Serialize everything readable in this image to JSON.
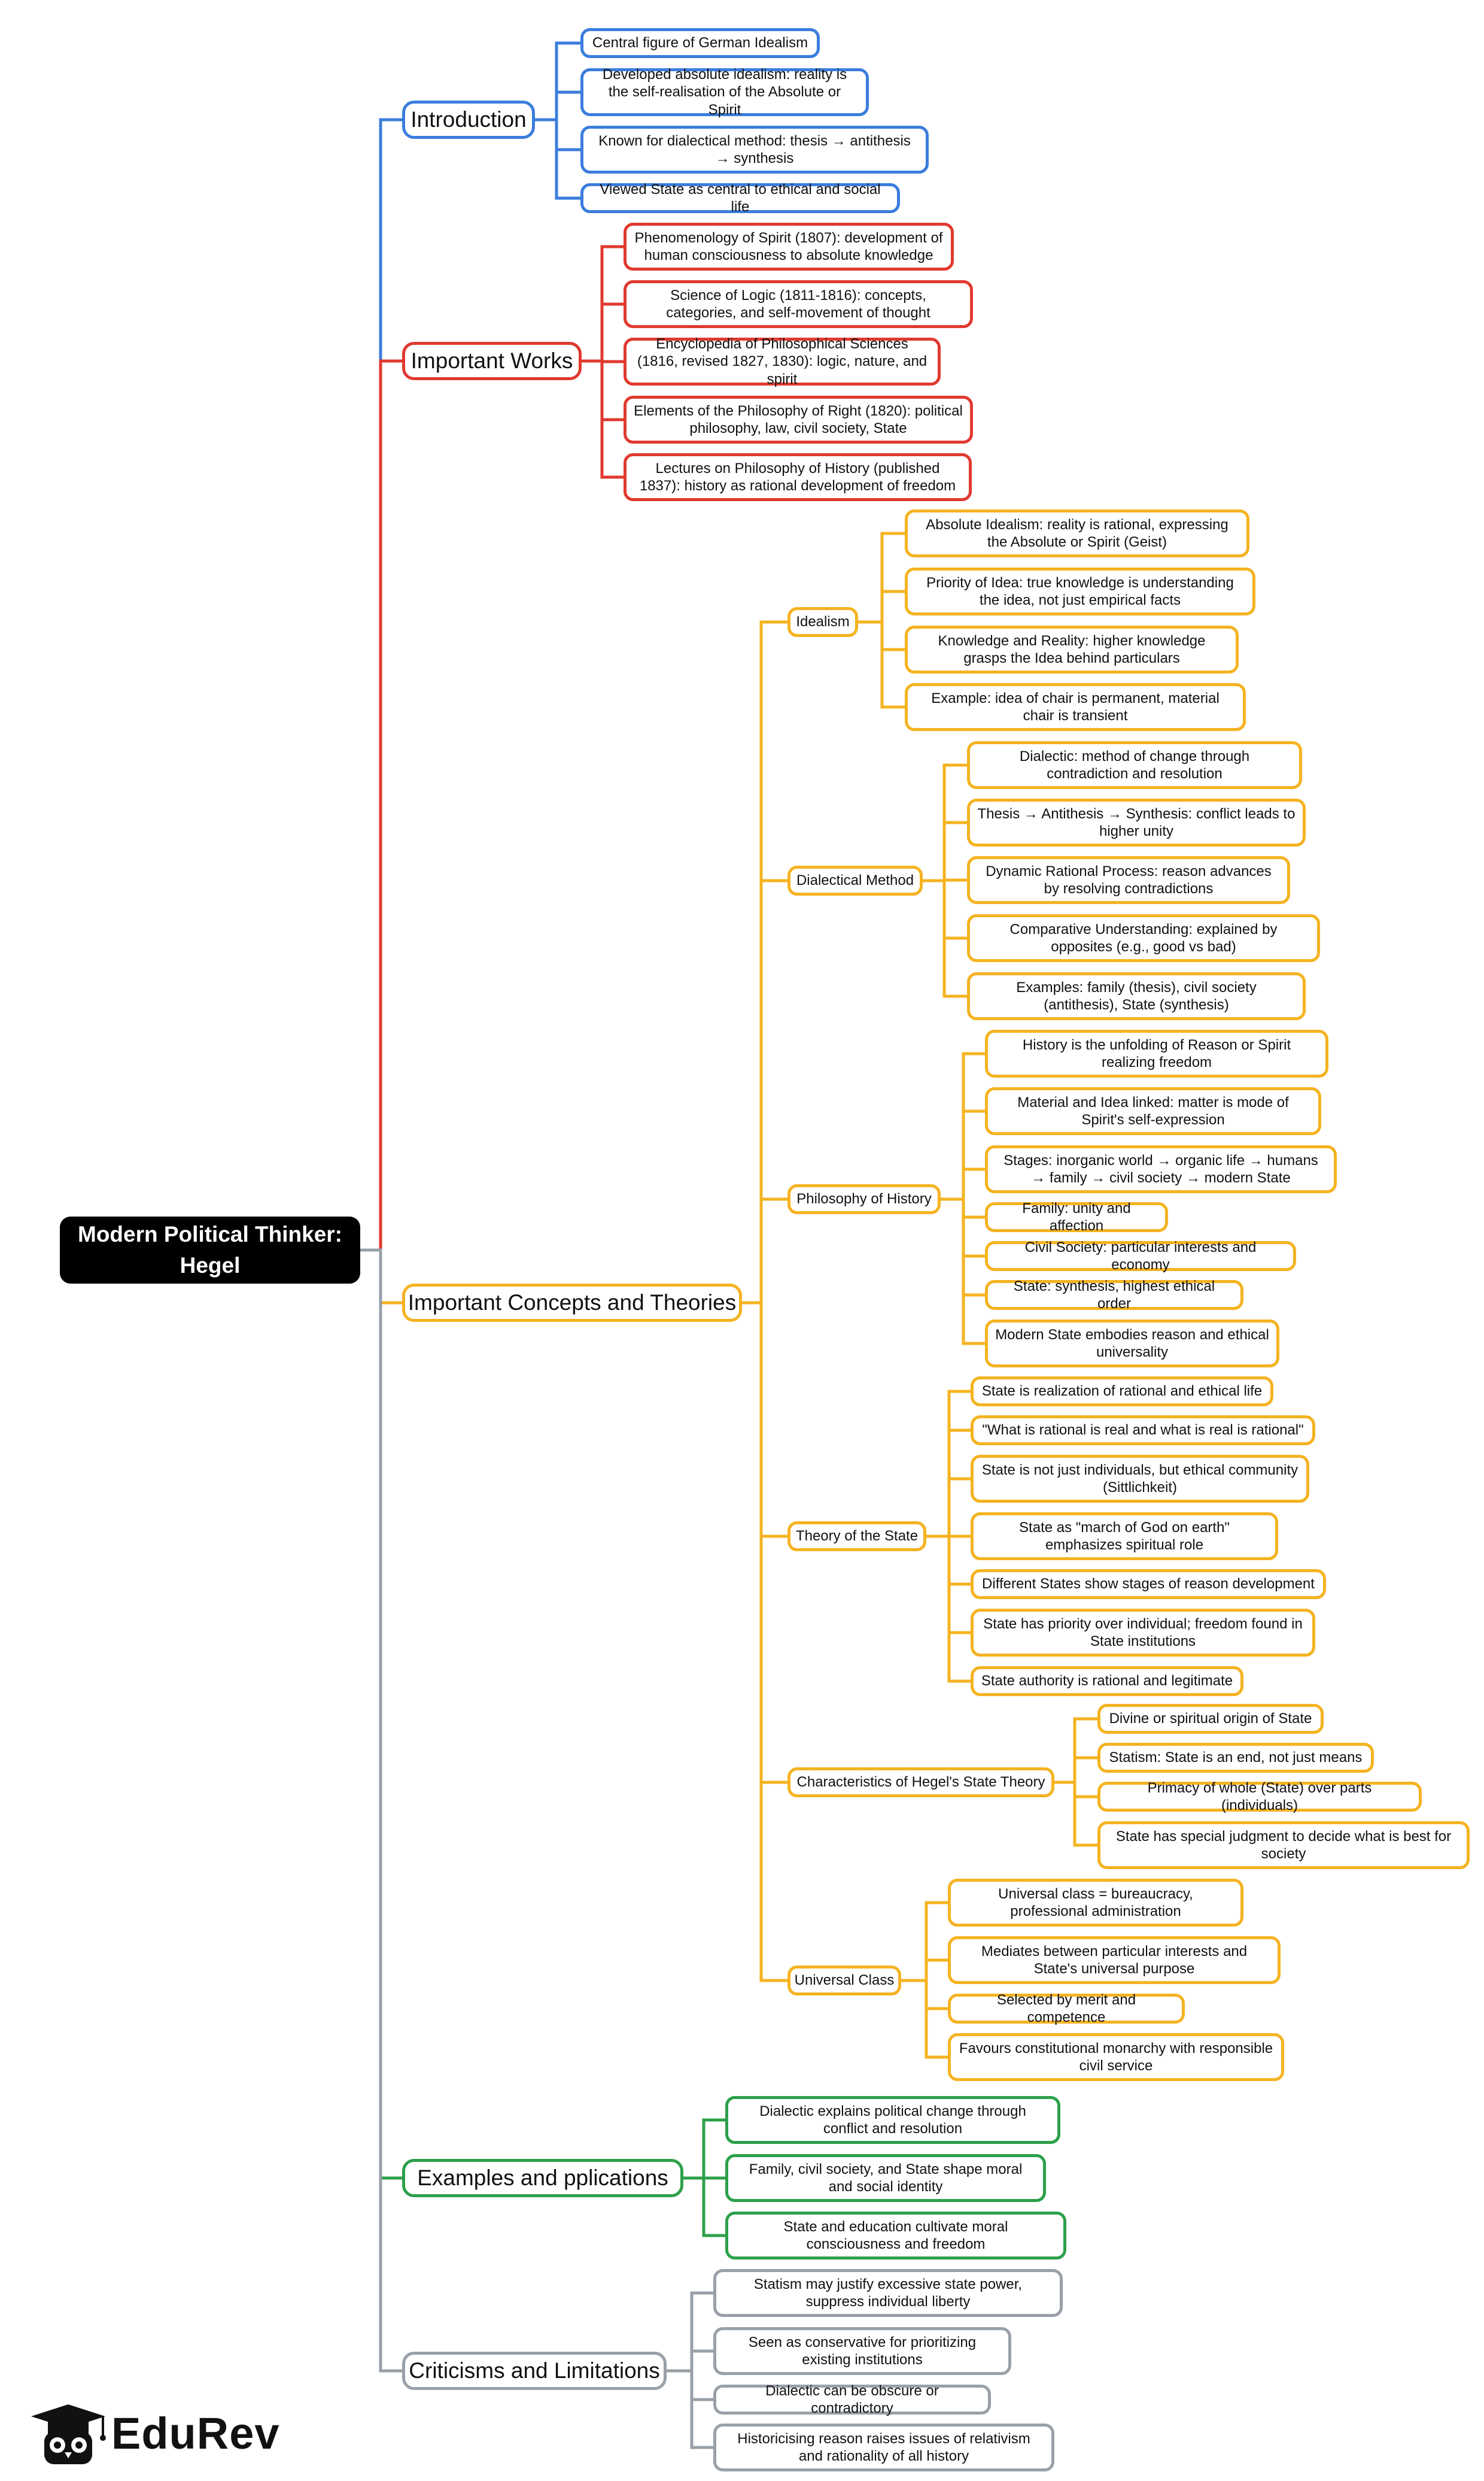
{
  "root": {
    "label": "Modern Political Thinker: Hegel"
  },
  "colors": {
    "introduction": "#3b7ddd",
    "works": "#e03a2f",
    "concepts": "#f5b321",
    "examples": "#2da04a",
    "criticisms": "#9aa0a8",
    "root": "#000000"
  },
  "branches": [
    {
      "label": "Introduction",
      "color": "introduction",
      "items": [
        "Central figure of German Idealism",
        "Developed absolute idealism: reality is the self-realisation of the Absolute or Spirit",
        "Known for dialectical method: thesis → antithesis → synthesis",
        "Viewed State as central to ethical and social life"
      ]
    },
    {
      "label": "Important Works",
      "color": "works",
      "items": [
        "Phenomenology of Spirit (1807): development of human consciousness to absolute knowledge",
        "Science of Logic (1811-1816): concepts, categories, and self-movement of thought",
        "Encyclopedia of Philosophical Sciences (1816, revised 1827, 1830): logic, nature, and spirit",
        "Elements of the Philosophy of Right (1820): political philosophy, law, civil society, State",
        "Lectures on Philosophy of History (published 1837): history as rational development of freedom"
      ]
    },
    {
      "label": "Important Concepts and Theories",
      "color": "concepts",
      "subtopics": [
        {
          "label": "Idealism",
          "items": [
            "Absolute Idealism: reality is rational, expressing the Absolute or Spirit (Geist)",
            "Priority of Idea: true knowledge is understanding the idea, not just empirical facts",
            "Knowledge and Reality: higher knowledge grasps the Idea behind particulars",
            "Example: idea of chair is permanent, material chair is transient"
          ]
        },
        {
          "label": "Dialectical Method",
          "items": [
            "Dialectic: method of change through contradiction and resolution",
            "Thesis → Antithesis → Synthesis: conflict leads to higher unity",
            "Dynamic Rational Process: reason advances by resolving contradictions",
            "Comparative Understanding: explained by opposites (e.g., good vs bad)",
            "Examples: family (thesis), civil society (antithesis), State (synthesis)"
          ]
        },
        {
          "label": "Philosophy of History",
          "items": [
            "History is the unfolding of Reason or Spirit realizing freedom",
            "Material and Idea linked: matter is mode of Spirit's self-expression",
            "Stages: inorganic world → organic life → humans → family → civil society → modern State",
            "Family: unity and affection",
            "Civil Society: particular interests and economy",
            "State: synthesis, highest ethical order",
            "Modern State embodies reason and ethical universality"
          ]
        },
        {
          "label": "Theory of the State",
          "items": [
            "State is realization of rational and ethical life",
            "\"What is rational is real and what is real is rational\"",
            "State is not just individuals, but ethical community (Sittlichkeit)",
            "State as \"march of God on earth\" emphasizes spiritual role",
            "Different States show stages of reason development",
            "State has priority over individual; freedom found in State institutions",
            "State authority is rational and legitimate"
          ]
        },
        {
          "label": "Characteristics of Hegel's State Theory",
          "items": [
            "Divine or spiritual origin of State",
            "Statism: State is an end, not just means",
            "Primacy of whole (State) over parts (individuals)",
            "State has special judgment to decide what is best for society"
          ]
        },
        {
          "label": "Universal Class",
          "items": [
            "Universal class = bureaucracy, professional administration",
            "Mediates between particular interests and State's universal purpose",
            "Selected by merit and competence",
            "Favours constitutional monarchy with responsible civil service"
          ]
        }
      ]
    },
    {
      "label": "Examples and pplications",
      "color": "examples",
      "items": [
        "Dialectic explains political change through conflict and resolution",
        "Family, civil society, and State shape moral and social identity",
        "State and education cultivate moral consciousness and freedom"
      ]
    },
    {
      "label": "Criticisms and Limitations",
      "color": "criticisms",
      "items": [
        "Statism may justify excessive state power, suppress individual liberty",
        "Seen as conservative for prioritizing existing institutions",
        "Dialectic can be obscure or contradictory",
        "Historicising reason raises issues of relativism and rationality of all history"
      ]
    }
  ],
  "logo": {
    "text": "EduRev",
    "icon": "graduation-cap-owl-icon"
  }
}
